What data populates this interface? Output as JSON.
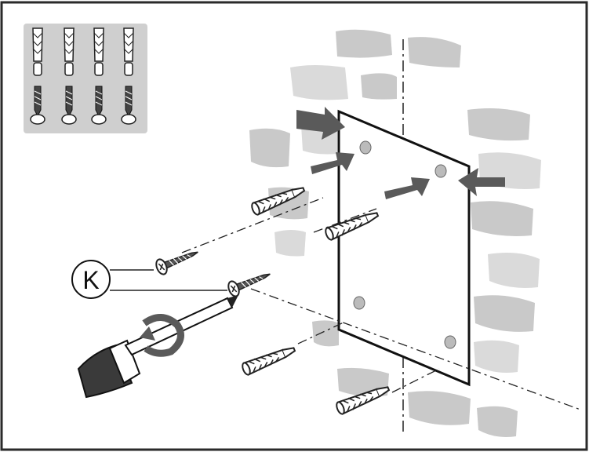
{
  "callout": {
    "label": "K"
  },
  "colors": {
    "frame": "#2a2a2a",
    "brick": "#c9c9c9",
    "brick_light": "#dadada",
    "arrow": "#5a5a5a",
    "inset_bg": "#cfcfcf",
    "line": "#222222"
  },
  "icons": [
    "wall-plug-icon",
    "screw-icon",
    "screwdriver-icon",
    "rotation-arrow-icon",
    "direction-arrow-icon",
    "mounting-plate-icon"
  ],
  "parts": {
    "plug_count": 4,
    "screw_count": 4
  }
}
